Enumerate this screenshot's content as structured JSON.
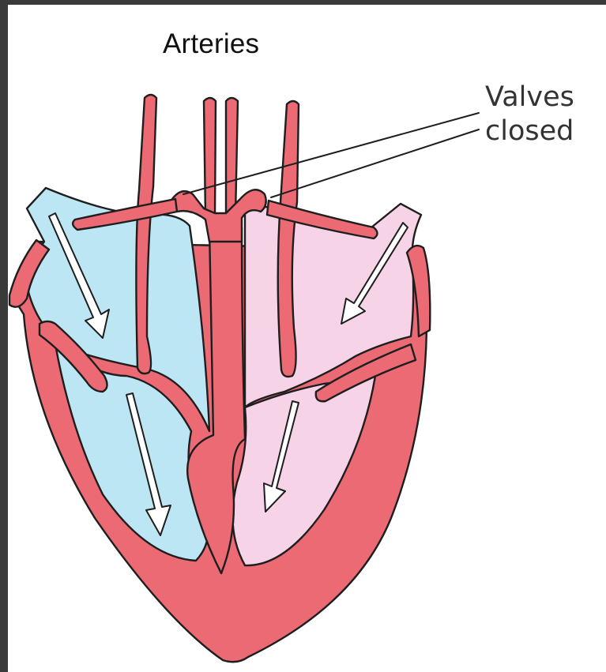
{
  "labels": {
    "arteries": "Arteries",
    "valves_line1": "Valves",
    "valves_line2": "closed"
  },
  "colors": {
    "muscle": "#ec6a74",
    "right_side_blood": "#bde6f5",
    "left_side_blood": "#f6d3e6",
    "outline": "#1e1e1e",
    "arrow_fill": "#ffffff"
  }
}
